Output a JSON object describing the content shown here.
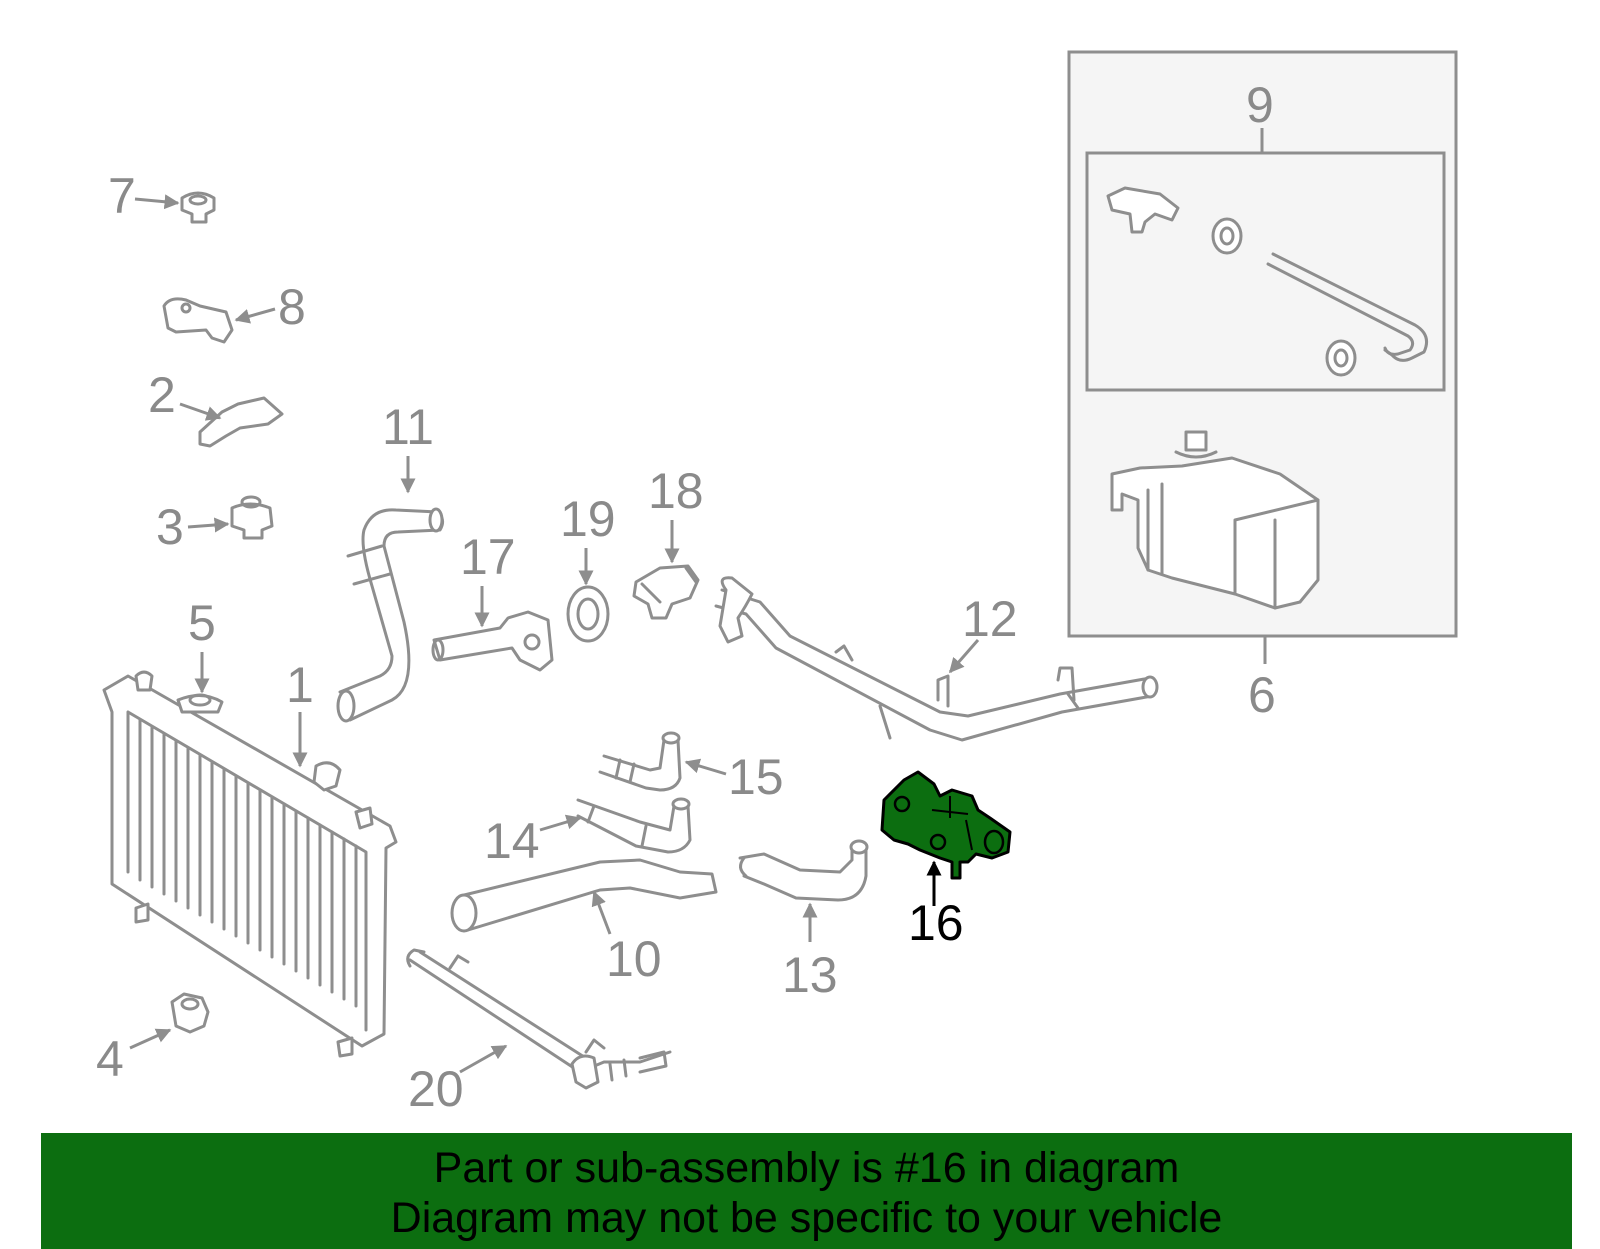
{
  "highlighted_part": "16",
  "colors": {
    "highlight": "#0c6e10",
    "part_line": "#8e8e8e",
    "label_gray": "#8a8a8a",
    "label_highlight": "#000000",
    "banner_bg": "#0c6e10",
    "group_box_bg": "#f5f5f5"
  },
  "labels": {
    "p1": "1",
    "p2": "2",
    "p3": "3",
    "p4": "4",
    "p5": "5",
    "p6": "6",
    "p7": "7",
    "p8": "8",
    "p9": "9",
    "p10": "10",
    "p11": "11",
    "p12": "12",
    "p13": "13",
    "p14": "14",
    "p15": "15",
    "p16": "16",
    "p17": "17",
    "p18": "18",
    "p19": "19",
    "p20": "20"
  },
  "banner": {
    "line1": "Part or sub-assembly is #16 in diagram",
    "line2": "Diagram may not be specific to your vehicle"
  }
}
